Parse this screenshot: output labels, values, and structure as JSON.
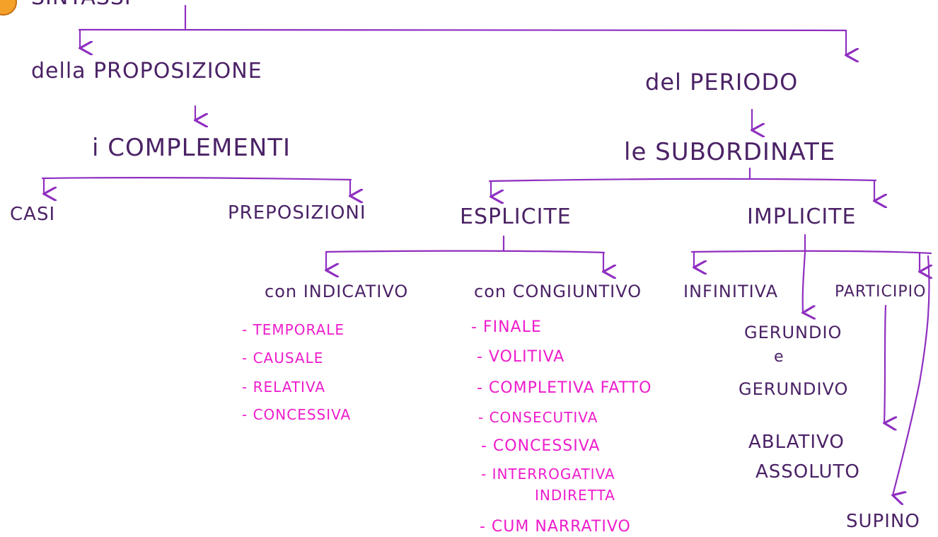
{
  "colors": {
    "ink": "#4b2266",
    "line": "#8f2fc1",
    "highlight": "#ee1ccc"
  },
  "header": {
    "title_partial": "SINTASSI"
  },
  "proposizione": {
    "title": "della PROPOSIZIONE",
    "child": "i COMPLEMENTI",
    "branches": [
      "CASI",
      "PREPOSIZIONI"
    ]
  },
  "periodo": {
    "title": "del PERIODO",
    "child": "le SUBORDINATE",
    "esplicite": {
      "label": "ESPLICITE",
      "indicativo": {
        "label": "con INDICATIVO",
        "items": [
          "- TEMPORALE",
          "- CAUSALE",
          "- RELATIVA",
          "- CONCESSIVA"
        ]
      },
      "congiuntivo": {
        "label": "con CONGIUNTIVO",
        "items": [
          "- FINALE",
          "- VOLITIVA",
          "- COMPLETIVA FATTO",
          "- CONSECUTIVA",
          "- CONCESSIVA",
          "- INTERROGATIVA",
          "INDIRETTA",
          "- CUM NARRATIVO"
        ]
      }
    },
    "implicite": {
      "label": "IMPLICITE",
      "infinitiva": "INFINITIVA",
      "gerundio": "GERUNDIO",
      "e": "e",
      "gerundivo": "GERUNDIVO",
      "participio": "PARTICIPIO",
      "ablativo": "ABLATIVO",
      "assoluto": "ASSOLUTO",
      "supino": "SUPINO"
    }
  }
}
